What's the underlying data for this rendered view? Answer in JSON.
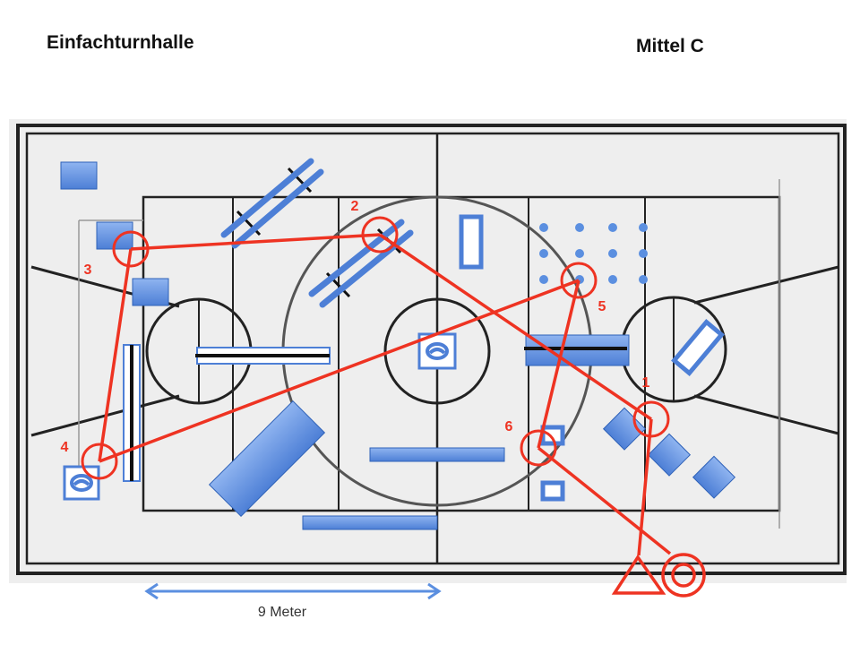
{
  "header": {
    "title_left": "Einfachturnhalle",
    "title_right": "Mittel C"
  },
  "stations": [
    {
      "label": "1",
      "icon": "circle-marker"
    },
    {
      "label": "2",
      "icon": "circle-marker"
    },
    {
      "label": "3",
      "icon": "circle-marker"
    },
    {
      "label": "4",
      "icon": "circle-marker"
    },
    {
      "label": "5",
      "icon": "circle-marker"
    },
    {
      "label": "6",
      "icon": "circle-marker"
    }
  ],
  "start_markers": [
    "triangle-icon",
    "double-circle-icon"
  ],
  "scale": {
    "label": "9 Meter"
  },
  "colors": {
    "route": "#ee3322",
    "equipment": "#5b8fe0",
    "equipment_edge": "#2f62b8",
    "court_lines": "#222222",
    "floor": "#eeeeee",
    "scale_arrow": "#5b8fe0"
  }
}
